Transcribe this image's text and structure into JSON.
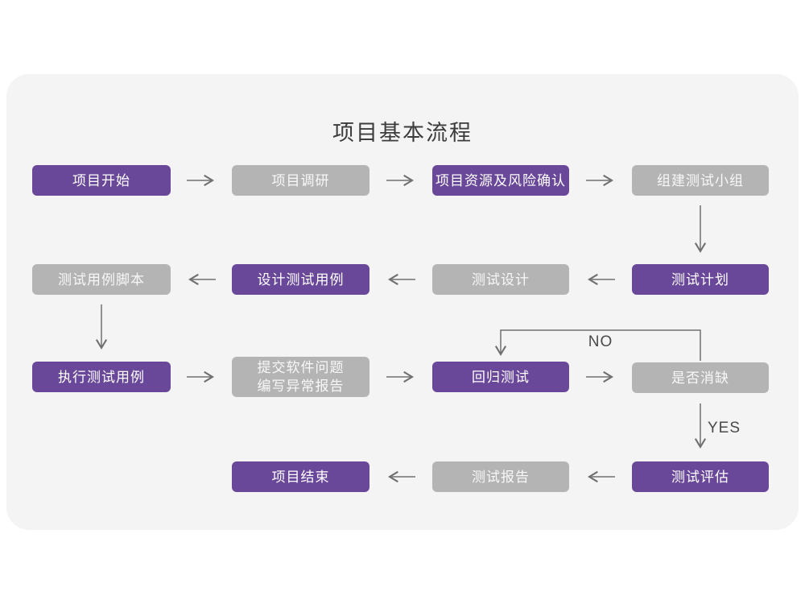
{
  "title": "项目基本流程",
  "colors": {
    "purple": "#6a4899",
    "gray": "#b4b4b4",
    "card_bg": "#f5f4f5",
    "page_bg": "#ffffff",
    "line": "#707070",
    "branch_label": "#4a4a4a",
    "title_color": "#3c3c3c"
  },
  "branch_labels": {
    "no": "NO",
    "yes": "YES"
  },
  "nodes": [
    {
      "id": "project-start",
      "label": "项目开始",
      "type": "primary"
    },
    {
      "id": "project-research",
      "label": "项目调研",
      "type": "secondary"
    },
    {
      "id": "resource-risk-confirm",
      "label": "项目资源及风险确认",
      "type": "primary"
    },
    {
      "id": "build-test-team",
      "label": "组建测试小组",
      "type": "secondary"
    },
    {
      "id": "test-case-script",
      "label": "测试用例脚本",
      "type": "secondary"
    },
    {
      "id": "design-test-cases",
      "label": "设计测试用例",
      "type": "primary"
    },
    {
      "id": "test-design",
      "label": "测试设计",
      "type": "secondary"
    },
    {
      "id": "test-plan",
      "label": "测试计划",
      "type": "primary"
    },
    {
      "id": "execute-test-cases",
      "label": "执行测试用例",
      "type": "primary"
    },
    {
      "id": "submit-issue-report",
      "label": "提交软件问题",
      "label2": "编写异常报告",
      "type": "secondary"
    },
    {
      "id": "regression-test",
      "label": "回归测试",
      "type": "primary"
    },
    {
      "id": "defect-cleared",
      "label": "是否消缺",
      "type": "secondary"
    },
    {
      "id": "project-end",
      "label": "项目结束",
      "type": "primary"
    },
    {
      "id": "test-report",
      "label": "测试报告",
      "type": "secondary"
    },
    {
      "id": "test-evaluation",
      "label": "测试评估",
      "type": "primary"
    }
  ]
}
